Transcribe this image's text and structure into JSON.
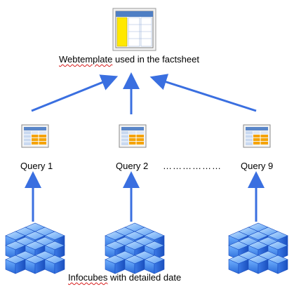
{
  "diagram": {
    "top_label_word": "Webtemplate",
    "top_label_rest": " used in the factsheet",
    "queries": [
      {
        "label": "Query 1"
      },
      {
        "label": "Query 2"
      },
      {
        "label": "Query 9"
      }
    ],
    "ellipsis": "………………",
    "bottom_label_word": "Infocubes",
    "bottom_label_rest": " with detailed date",
    "colors": {
      "arrow": "#3a6fe0",
      "cube_light": "#8ec4ff",
      "cube_mid": "#3f86ee",
      "cube_dark": "#1b4fc2",
      "sheet_yellow": "#ffe800",
      "sheet_header": "#5a86c8",
      "sheet_orange": "#f5a300"
    }
  }
}
